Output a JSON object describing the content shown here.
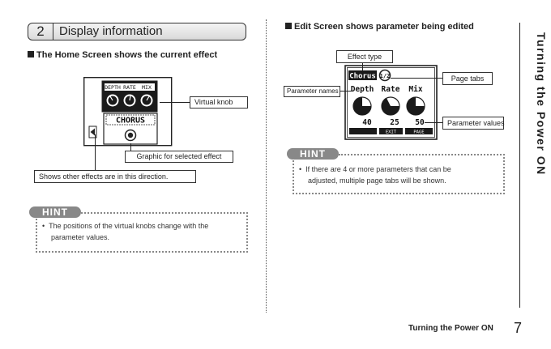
{
  "section": {
    "number": "2",
    "title": "Display information"
  },
  "home": {
    "heading": "The Home Screen shows the current effect",
    "screen": {
      "knob_labels": [
        "DEPTH",
        "RATE",
        "MIX"
      ],
      "effect_name": "CHORUS"
    },
    "callouts": {
      "virtual_knob": "Virtual knob",
      "graphic": "Graphic for selected effect",
      "other_effects": "Shows other effects are in this direction."
    },
    "hint": {
      "tag": "HINT",
      "bullet": "•",
      "text_line1": "The positions of the virtual knobs change with the",
      "text_line2": "parameter values."
    }
  },
  "edit": {
    "heading": "Edit Screen shows parameter being edited",
    "screen": {
      "effect_type": "Chorus",
      "page_indicator": "1/2",
      "param_names": [
        "Depth",
        "Rate",
        "Mix"
      ],
      "param_values": [
        "40",
        "25",
        "50"
      ],
      "tab_labels": [
        "",
        "EXIT",
        "PAGE"
      ]
    },
    "callouts": {
      "effect_type": "Effect type",
      "page_tabs": "Page tabs",
      "parameter_names": "Parameter names",
      "parameter_values": "Parameter values"
    },
    "hint": {
      "tag": "HINT",
      "bullet": "•",
      "text_line1": "If there are 4 or more parameters that can be",
      "text_line2": "adjusted, multiple page tabs will be shown."
    }
  },
  "side_title": "Turning the Power ON",
  "footer": {
    "label": "Turning the Power ON",
    "page": "7"
  }
}
